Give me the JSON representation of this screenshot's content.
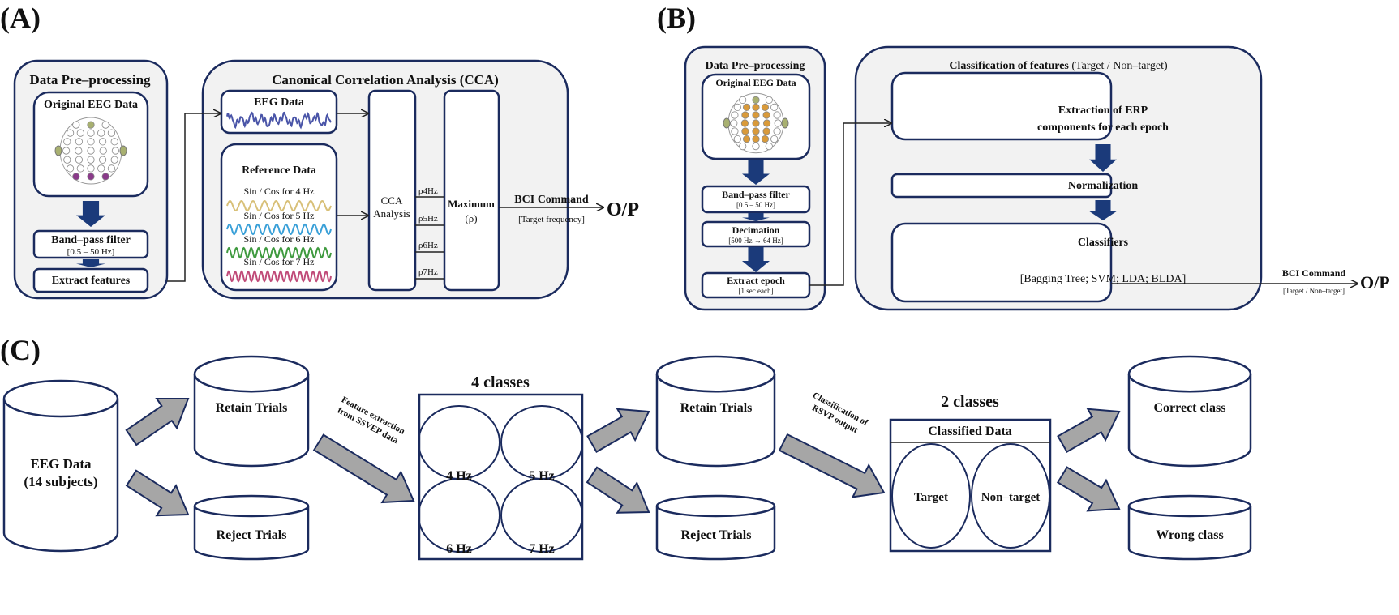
{
  "colors": {
    "border": "#1b2b5e",
    "panel_fill": "#f2f2f2",
    "block_arrow": "#1b3a7a",
    "gray_arrow": "#a6a6a6",
    "wave_eeg": "#4a55a8",
    "wave_4hz": "#d8c078",
    "wave_5hz": "#3aa0d8",
    "wave_6hz": "#3f9a3f",
    "wave_7hz": "#c04a78"
  },
  "panel_a": {
    "label": "(A)",
    "preprocessing": {
      "title": "Data Pre–processing",
      "original": "Original EEG Data",
      "bandpass": "Band–pass filter",
      "bandpass_range": "[0.5 – 50 Hz]",
      "extract": "Extract features"
    },
    "cca": {
      "title": "Canonical Correlation Analysis (CCA)",
      "eeg_data": "EEG Data",
      "reference_data": "Reference Data",
      "refs": [
        "Sin / Cos for 4 Hz",
        "Sin / Cos for 5 Hz",
        "Sin / Cos for 6 Hz",
        "Sin / Cos for 7 Hz"
      ],
      "analysis_1": "CCA",
      "analysis_2": "Analysis",
      "rho": [
        "ρ4Hz",
        "ρ5Hz",
        "ρ6Hz",
        "ρ7Hz"
      ],
      "maximum_1": "Maximum",
      "maximum_2": "(ρ)"
    },
    "output": {
      "command": "BCI Command",
      "sub": "[Target frequency]",
      "op": "O/P"
    }
  },
  "panel_b": {
    "label": "(B)",
    "preprocessing": {
      "title": "Data Pre–processing",
      "original": "Original EEG Data",
      "bandpass": "Band–pass filter",
      "bandpass_range": "[0.5 – 50 Hz]",
      "decimation": "Decimation",
      "decimation_range": "[500 Hz → 64 Hz]",
      "epoch": "Extract epoch",
      "epoch_sub": "[1 sec each]"
    },
    "classification": {
      "title_bold": "Classification of features",
      "title_normal": " (Target / Non–target)",
      "extraction_1": "Extraction of ERP",
      "extraction_2": "components for each epoch",
      "normalization": "Normalization",
      "classifiers": "Classifiers",
      "classifiers_list": "[Bagging Tree; SVM; LDA; BLDA]"
    },
    "output": {
      "command": "BCI Command",
      "sub": "[Target / Non–target]",
      "op": "O/P"
    }
  },
  "panel_c": {
    "label": "(C)",
    "eeg_1": "EEG Data",
    "eeg_2": "(14 subjects)",
    "retain": "Retain Trials",
    "reject": "Reject Trials",
    "feature_1": "Feature extraction",
    "feature_2": "from SSVEP data",
    "four_classes": "4 classes",
    "classes4": [
      "4 Hz",
      "5 Hz",
      "6 Hz",
      "7 Hz"
    ],
    "retain2": "Retain Trials",
    "reject2": "Reject Trials",
    "classify_1": "Classification of",
    "classify_2": "RSVP output",
    "two_classes": "2 classes",
    "classified": "Classified Data",
    "target": "Target",
    "nontarget": "Non–target",
    "correct": "Correct class",
    "wrong": "Wrong  class"
  }
}
